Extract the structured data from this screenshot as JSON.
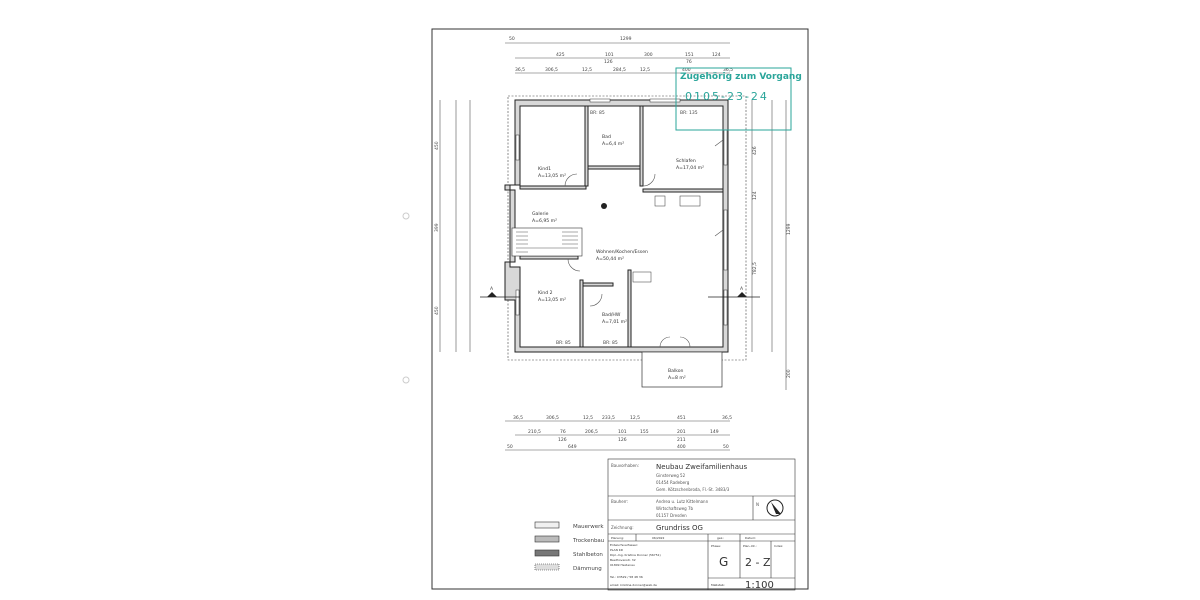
{
  "stamp": {
    "line1": "Zugehörig zum Vorgang",
    "line2": "0105-23-24",
    "color": "#2aa59a"
  },
  "dimensions": {
    "top": {
      "overall": "1299",
      "row2": [
        "425",
        "101",
        "300",
        "151",
        "124"
      ],
      "row2_sub": [
        "126",
        "76"
      ],
      "row3": [
        "36,5",
        "306,5",
        "12,5",
        "284,5",
        "12,5",
        "400",
        "36,5"
      ]
    },
    "bottom": {
      "row1": [
        "36,5",
        "306,5",
        "12,5",
        "233,5",
        "12,5",
        "451",
        "36,5"
      ],
      "row2": [
        "210,5",
        "76",
        "206,5",
        "101",
        "155",
        "201",
        "149"
      ],
      "row2_sub": [
        "126",
        "126",
        "211"
      ],
      "row3": [
        "50",
        "649",
        "400",
        "50"
      ]
    },
    "left": [
      "450",
      "399",
      "450"
    ],
    "right": [
      "426",
      "124",
      "1299",
      "782,5",
      "200"
    ]
  },
  "rooms": [
    {
      "name": "Kind1",
      "area": "A=13,05 m²"
    },
    {
      "name": "Bad",
      "area": "A=6,4 m²"
    },
    {
      "name": "Schlafen",
      "area": "A=17,04 m²"
    },
    {
      "name": "Galerie",
      "area": "A=6,95 m²"
    },
    {
      "name": "Wohnen/Kochen/Essen",
      "area": "A=50,44 m²"
    },
    {
      "name": "Kind 2",
      "area": "A=13,05 m²"
    },
    {
      "name": "Bad/HW",
      "area": "A=7,01 m²"
    },
    {
      "name": "Balkon",
      "area": "A=8 m²"
    }
  ],
  "labels": {
    "br85": "BR: 85",
    "br135": "BR: 135",
    "section": "A"
  },
  "legend": [
    {
      "label": "Mauerwerk",
      "fill": "#f0f0f0"
    },
    {
      "label": "Trockenbau",
      "fill": "#bbbbbb"
    },
    {
      "label": "Stahlbeton",
      "fill": "#777777"
    },
    {
      "label": "Dämmung",
      "fill": "#dddddd"
    }
  ],
  "title_block": {
    "bauvorhaben_label": "Bauvorhaben:",
    "bauvorhaben": "Neubau Zweifamilienhaus",
    "address": [
      "Ginsterweg 52",
      "01454 Radeberg",
      "Gem. Kötzschenbroda, Fl.-St. 3483/3"
    ],
    "bauherr_label": "Bauherr:",
    "bauherr": [
      "Andrea u. Lutz Kittelmann",
      "Wirtschaftsweg 7b",
      "01157 Dresden"
    ],
    "north": "N",
    "zeichnung_label": "Zeichnung:",
    "zeichnung": "Grundriss OG",
    "planung_label": "Planung:",
    "planung": "06/2022",
    "gez_label": "gez.:",
    "datum_label": "Datum:",
    "entwurf": [
      "Entwurfsverfasser:",
      "PLAN KD",
      "Dipl.-Ing. Kristina Donner (56751)",
      "Beethovenstr. 32",
      "01809 Heidenau",
      "Tel.: 03529 / 58 48 36",
      "email: kristina.donner@web.de"
    ],
    "phase_label": "Phase:",
    "phase": "G",
    "plan_nr_label": "Plan.-Nr.:",
    "plan_nr": "2 - Z",
    "index_label": "Index:",
    "massstab_label": "Maßstab:",
    "massstab": "1:100"
  }
}
